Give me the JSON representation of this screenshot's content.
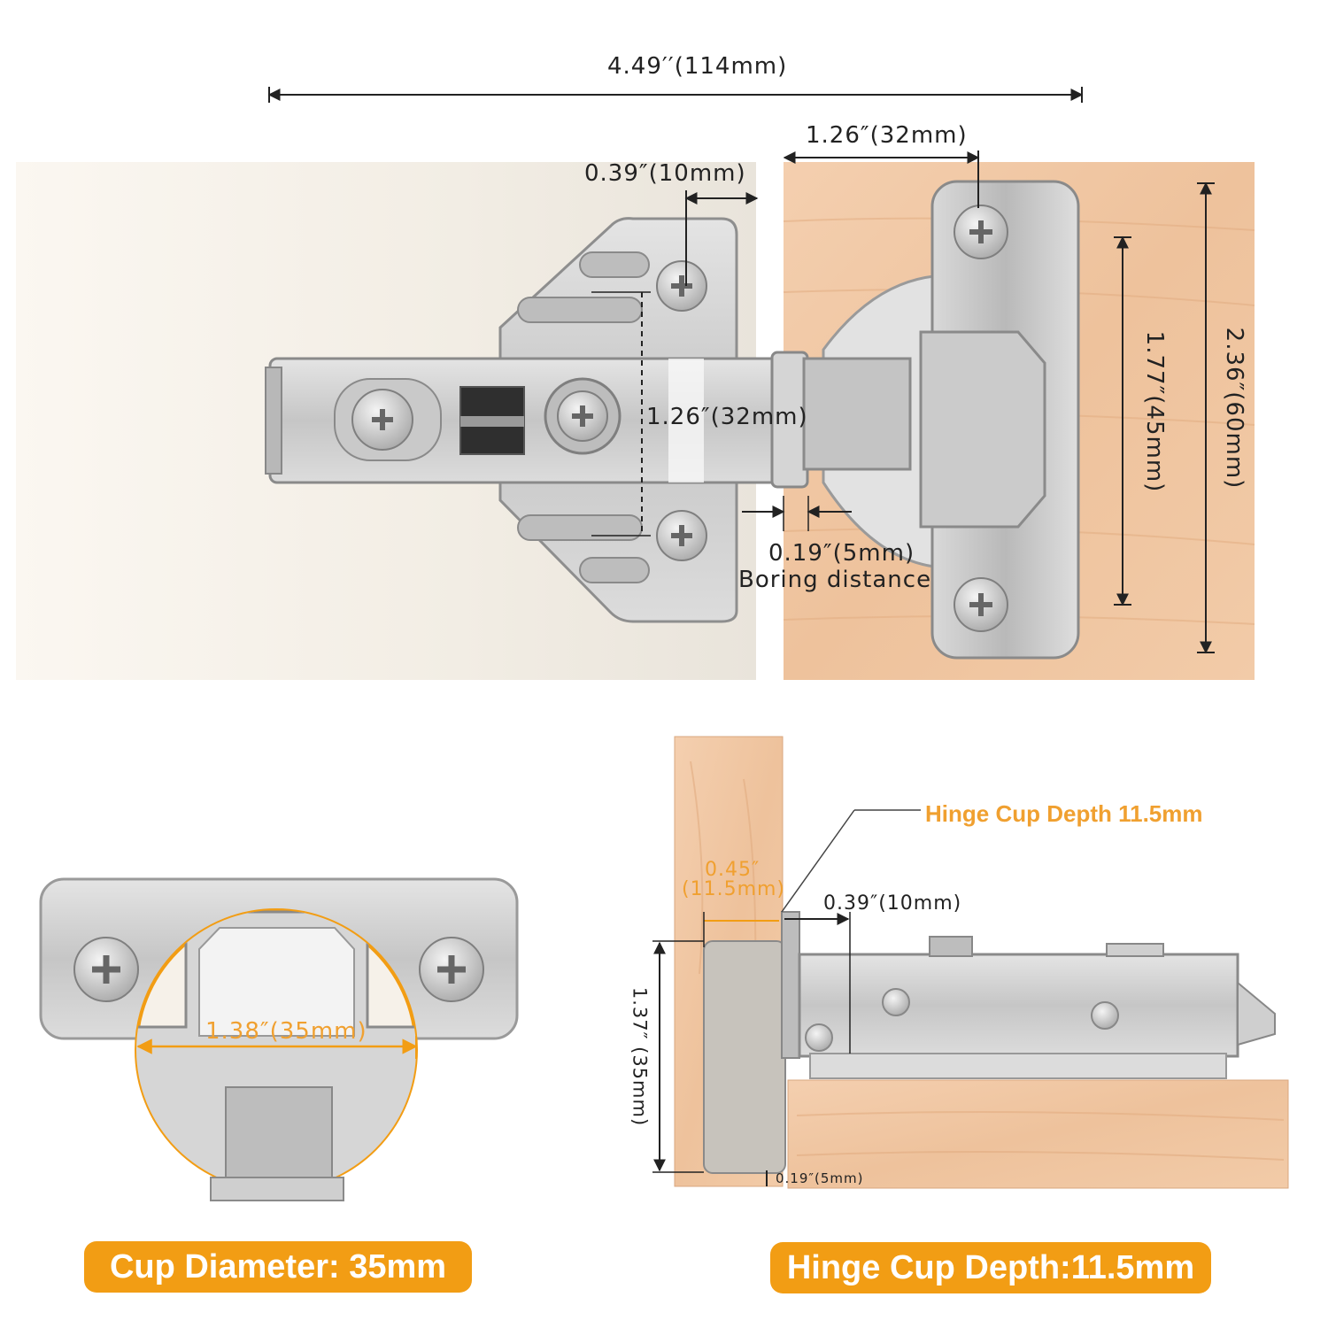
{
  "dimensions": {
    "overall_width": "4.49′′(114mm)",
    "plate_width": "1.26″(32mm)",
    "screw_offset": "0.39″(10mm)",
    "hole_spacing": "1.26″(32mm)",
    "boring": "0.19″(5mm)",
    "boring_caption": "Boring distance",
    "plate_screw_spacing": "1.77″(45mm)",
    "plate_height": "2.36″(60mm)",
    "cup_diameter": "1.38″(35mm)",
    "depth_inch": "0.45″",
    "depth_mm": "(11.5mm)",
    "side_offset": "0.39″(10mm)",
    "side_height": "1.37″  (35mm)",
    "side_boring": "0.19″(5mm)"
  },
  "callout": {
    "hinge_cup_depth": "Hinge Cup Depth 11.5mm"
  },
  "badges": {
    "cup_diameter": "Cup Diameter: 35mm",
    "hinge_cup_depth": "Hinge Cup Depth:11.5mm"
  },
  "colors": {
    "accent": "#f29d14",
    "callout": "#f0a030",
    "wood": "#f1c9a6",
    "metal": "#cfcfcf",
    "cabinet": "#f6f1e9"
  }
}
